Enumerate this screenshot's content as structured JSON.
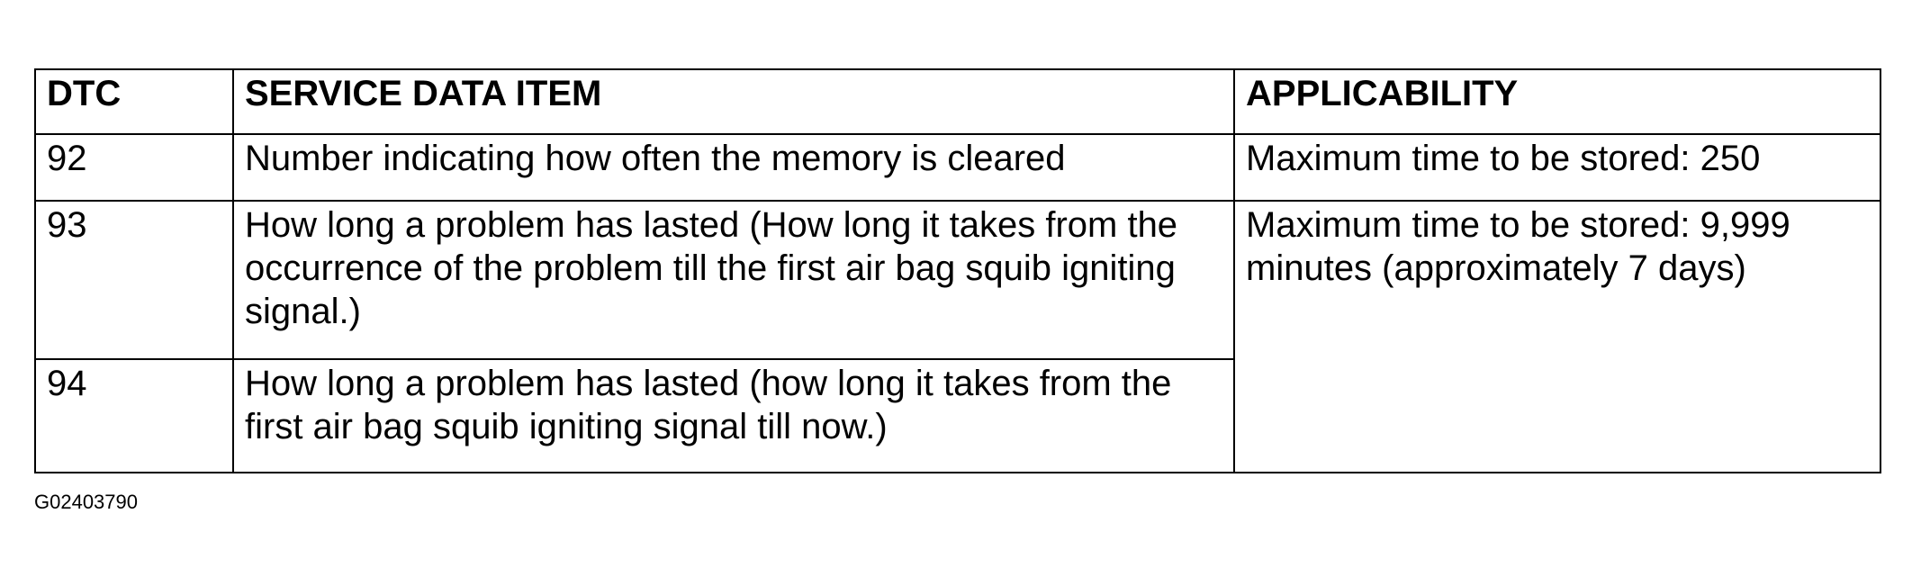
{
  "table": {
    "headers": {
      "dtc": "DTC",
      "item": "SERVICE DATA ITEM",
      "applicability": "APPLICABILITY"
    },
    "rows": [
      {
        "dtc": "92",
        "item": "Number indicating how often the memory is cleared",
        "applicability": "Maximum time to be stored: 250"
      },
      {
        "dtc": "93",
        "item": "How long a problem has lasted (How long it takes from the occurrence of the problem till the first air bag squib igniting signal.)",
        "applicability": "Maximum time to be stored: 9,999 minutes (approximately 7 days)"
      },
      {
        "dtc": "94",
        "item": "How long a problem has lasted (how long it takes from the first air bag squib igniting signal till now.)"
      }
    ]
  },
  "figure_id": "G02403790"
}
